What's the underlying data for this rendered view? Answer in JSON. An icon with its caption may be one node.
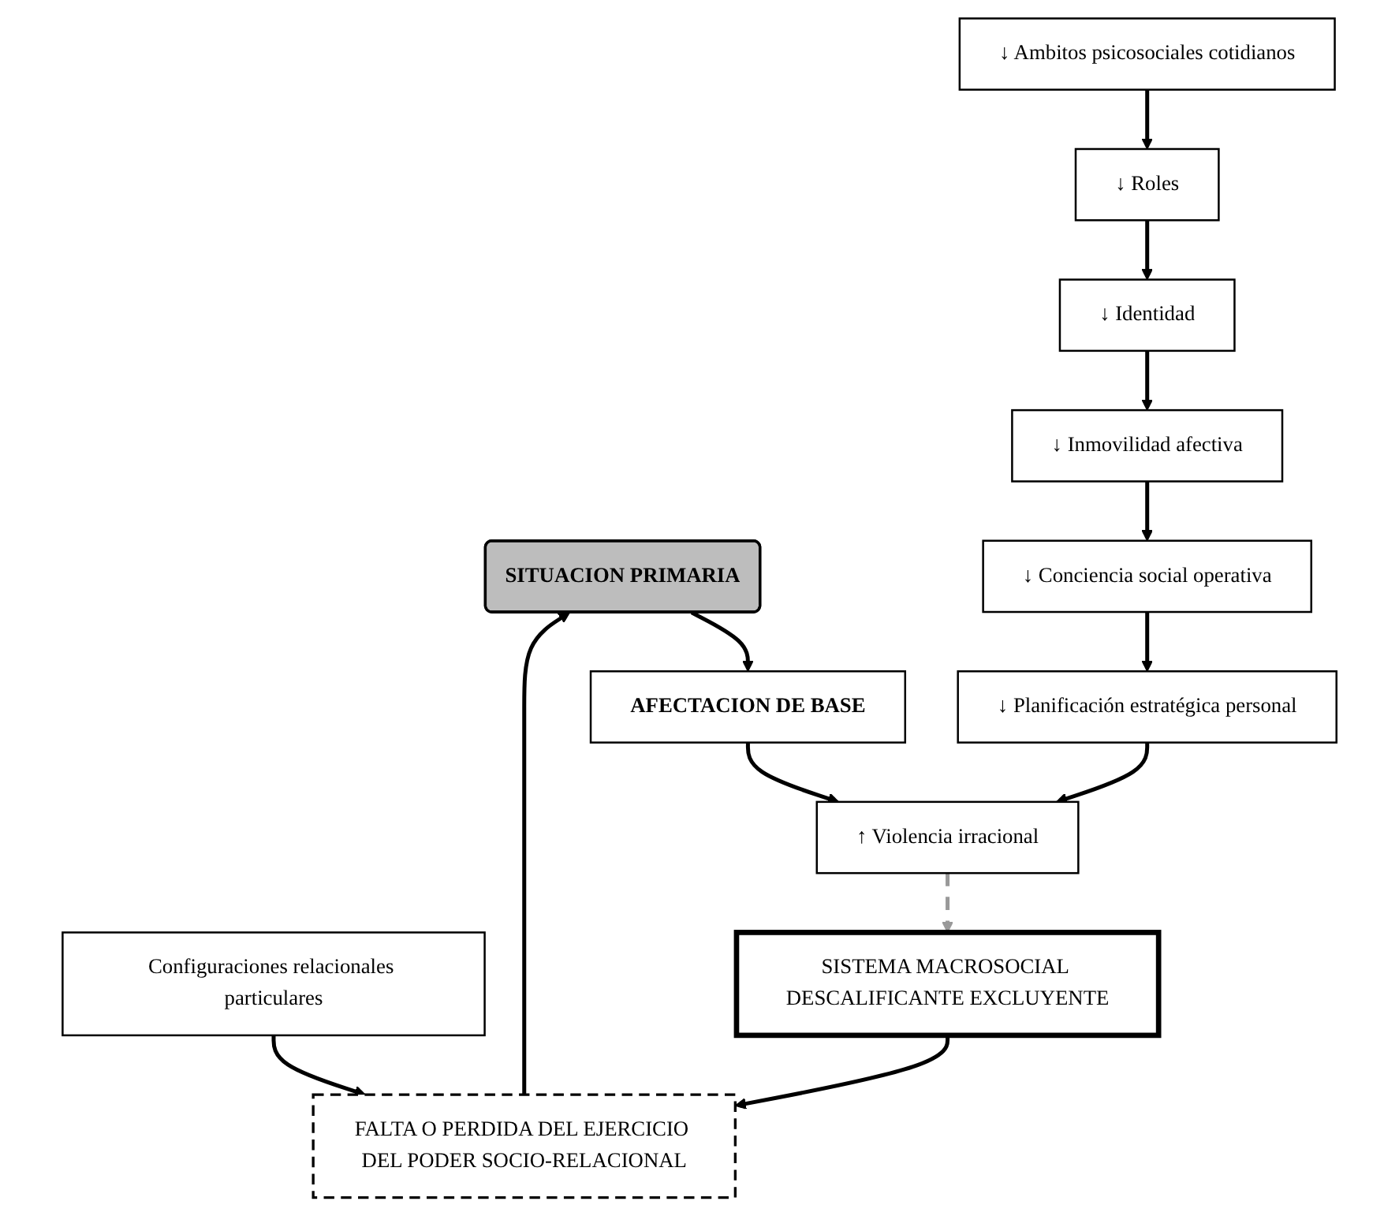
{
  "diagram": {
    "nodes": [
      {
        "text": [
          "SITUACION PRIMARIA"
        ]
      },
      {
        "text": [
          "AFECTACION DE BASE"
        ]
      },
      {
        "text": [
          "↓ Ambitos psicosociales cotidianos"
        ]
      },
      {
        "text": [
          "↓ Roles"
        ]
      },
      {
        "text": [
          "↓ Identidad"
        ]
      },
      {
        "text": [
          "↓ Inmovilidad afectiva"
        ]
      },
      {
        "text": [
          "↓ Conciencia social operativa"
        ]
      },
      {
        "text": [
          "↓ Planificación estratégica personal"
        ]
      },
      {
        "text": [
          "↑ Violencia irracional"
        ]
      },
      {
        "text": [
          "FALTA O PERDIDA DEL EJERCICIO DEL PODER SOCIO-RELACIONAL"
        ]
      },
      {
        "text": [
          "Configuraciones relacionales particulares"
        ]
      },
      {
        "text": [
          "SISTEMA MACROSOCIAL DESCALIFICANTE EXCLUYENTE"
        ]
      }
    ],
    "edges": [
      {
        "from": 0,
        "to": 1,
        "arrow": "to"
      },
      {
        "from": 1,
        "to": 8,
        "arrow": "to"
      },
      {
        "from": 2,
        "to": 3,
        "arrow": "to"
      },
      {
        "from": 3,
        "to": 4,
        "arrow": "to"
      },
      {
        "from": 4,
        "to": 5,
        "arrow": "to"
      },
      {
        "from": 5,
        "to": 6,
        "arrow": "to"
      },
      {
        "from": 6,
        "to": 7,
        "arrow": "to"
      },
      {
        "from": 7,
        "to": 8,
        "arrow": "to"
      },
      {
        "from": 8,
        "to": 11,
        "arrow": "to",
        "style": "dashed",
        "color": "#999999"
      },
      {
        "from": 11,
        "to": 9,
        "arrow": "to"
      },
      {
        "from": 10,
        "to": 9,
        "arrow": "to"
      },
      {
        "from": 9,
        "to": 0,
        "arrow": "to"
      }
    ]
  }
}
